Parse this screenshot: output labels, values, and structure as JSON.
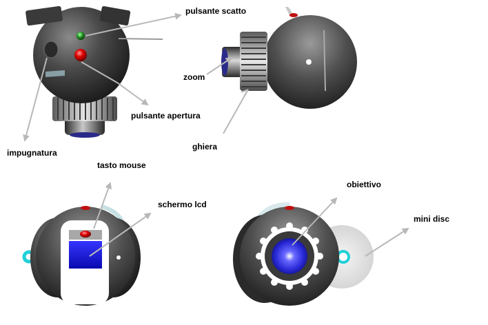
{
  "labels": {
    "pulsante_scatto": "pulsante scatto",
    "zoom": "zoom",
    "pulsante_apertura": "pulsante apertura",
    "impugnatura": "impugnatura",
    "ghiera": "ghiera",
    "tasto_mouse": "tasto mouse",
    "schermo_lcd": "schermo lcd",
    "obiettivo": "obiettivo",
    "mini_disc": "mini disc"
  },
  "colors": {
    "body": "#3a3a3a",
    "shutter_button": "#2aa02a",
    "aperture_button": "#e00000",
    "lens": "#2a2ad8",
    "lcd_screen": "#1515d0",
    "accent_ring": "#20d0d8",
    "arrow": "#b8b8b8"
  }
}
